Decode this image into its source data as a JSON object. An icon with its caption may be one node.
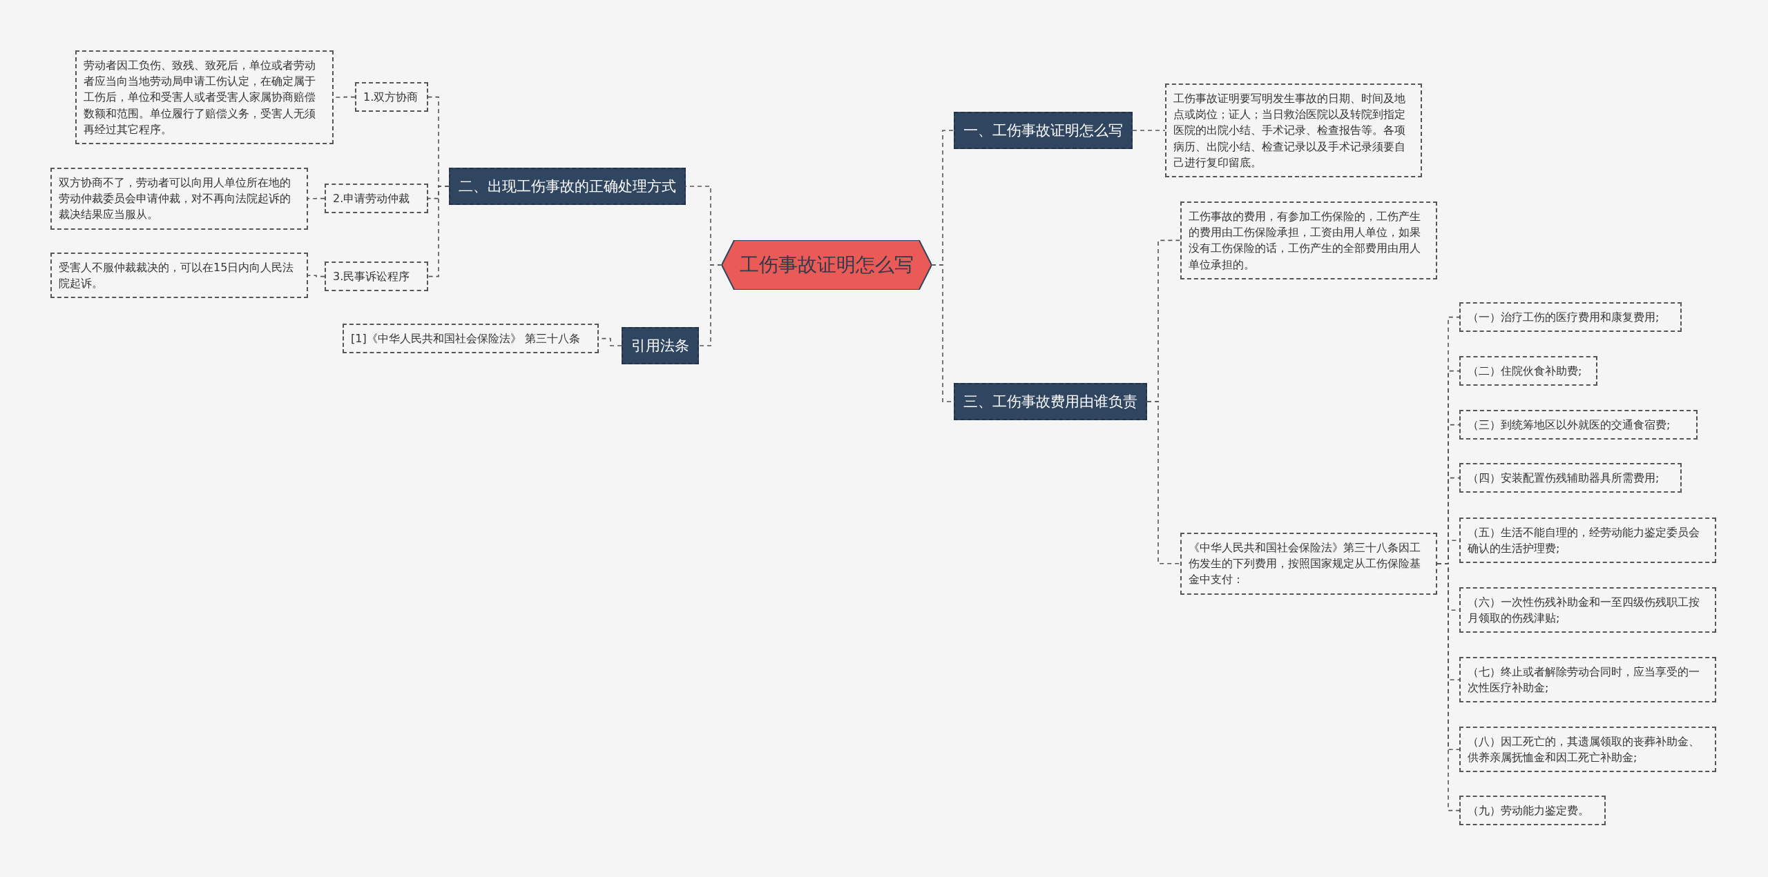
{
  "diagram": {
    "nodes": [
      {
        "text": [
          "工伤事故证明怎么写"
        ]
      },
      {
        "text": [
          "一、工伤事故证明怎么写"
        ]
      },
      {
        "text": [
          "工伤事故证明要写明发生事故的日期、时间及地点或岗位；证人；当日救治医院以及转院到指定医院的出院小结、手术记录、检查报告等。各项病历、出院小结、检查记录以及手术记录须要自己进行复印留底。"
        ]
      },
      {
        "text": [
          "三、工伤事故费用由谁负责"
        ]
      },
      {
        "text": [
          "工伤事故的费用，有参加工伤保险的，工伤产生的费用由工伤保险承担，工资由用人单位，如果没有工伤保险的话，工伤产生的全部费用由用人单位承担的。"
        ]
      },
      {
        "text": [
          "《中华人民共和国社会保险法》第三十八条因工伤发生的下列费用，按照国家规定从工伤保险基金中支付："
        ]
      },
      {
        "text": [
          "（一）治疗工伤的医疗费用和康复费用;"
        ]
      },
      {
        "text": [
          "（二）住院伙食补助费;"
        ]
      },
      {
        "text": [
          "（三）到统筹地区以外就医的交通食宿费;"
        ]
      },
      {
        "text": [
          "（四）安装配置伤残辅助器具所需费用;"
        ]
      },
      {
        "text": [
          "（五）生活不能自理的，经劳动能力鉴定委员会确认的生活护理费;"
        ]
      },
      {
        "text": [
          "（六）一次性伤残补助金和一至四级伤残职工按月领取的伤残津贴;"
        ]
      },
      {
        "text": [
          "（七）终止或者解除劳动合同时，应当享受的一次性医疗补助金;"
        ]
      },
      {
        "text": [
          "（八）因工死亡的，其遗属领取的丧葬补助金、供养亲属抚恤金和因工死亡补助金;"
        ]
      },
      {
        "text": [
          "（九）劳动能力鉴定费。"
        ]
      },
      {
        "text": [
          "二、出现工伤事故的正确处理方式"
        ]
      },
      {
        "text": [
          "1.双方协商"
        ]
      },
      {
        "text": [
          "劳动者因工负伤、致残、致死后，单位或者劳动者应当向当地劳动局申请工伤认定，在确定属于工伤后，单位和受害人或者受害人家属协商赔偿数额和范围。单位履行了赔偿义务，受害人无须再经过其它程序。"
        ]
      },
      {
        "text": [
          "2.申请劳动仲裁"
        ]
      },
      {
        "text": [
          "双方协商不了，劳动者可以向用人单位所在地的劳动仲裁委员会申请仲裁，对不再向法院起诉的裁决结果应当服从。"
        ]
      },
      {
        "text": [
          "3.民事诉讼程序"
        ]
      },
      {
        "text": [
          "受害人不服仲裁裁决的，可以在15日内向人民法院起诉。"
        ]
      },
      {
        "text": [
          "引用法条"
        ]
      },
      {
        "text": [
          "[1]《中华人民共和国社会保险法》 第三十八条"
        ]
      }
    ],
    "edges": [
      {
        "from": 0,
        "to": 1,
        "arrow": "none"
      },
      {
        "from": 1,
        "to": 2,
        "arrow": "none"
      },
      {
        "from": 0,
        "to": 3,
        "arrow": "none"
      },
      {
        "from": 3,
        "to": 4,
        "arrow": "none"
      },
      {
        "from": 3,
        "to": 5,
        "arrow": "none"
      },
      {
        "from": 5,
        "to": 6,
        "arrow": "none"
      },
      {
        "from": 5,
        "to": 7,
        "arrow": "none"
      },
      {
        "from": 5,
        "to": 8,
        "arrow": "none"
      },
      {
        "from": 5,
        "to": 9,
        "arrow": "none"
      },
      {
        "from": 5,
        "to": 10,
        "arrow": "none"
      },
      {
        "from": 5,
        "to": 11,
        "arrow": "none"
      },
      {
        "from": 5,
        "to": 12,
        "arrow": "none"
      },
      {
        "from": 5,
        "to": 13,
        "arrow": "none"
      },
      {
        "from": 5,
        "to": 14,
        "arrow": "none"
      },
      {
        "from": 0,
        "to": 15,
        "arrow": "none"
      },
      {
        "from": 15,
        "to": 16,
        "arrow": "none"
      },
      {
        "from": 16,
        "to": 17,
        "arrow": "none"
      },
      {
        "from": 15,
        "to": 18,
        "arrow": "none"
      },
      {
        "from": 18,
        "to": 19,
        "arrow": "none"
      },
      {
        "from": 15,
        "to": 20,
        "arrow": "none"
      },
      {
        "from": 20,
        "to": 21,
        "arrow": "none"
      },
      {
        "from": 0,
        "to": 22,
        "arrow": "none"
      },
      {
        "from": 22,
        "to": 23,
        "arrow": "none"
      }
    ]
  }
}
